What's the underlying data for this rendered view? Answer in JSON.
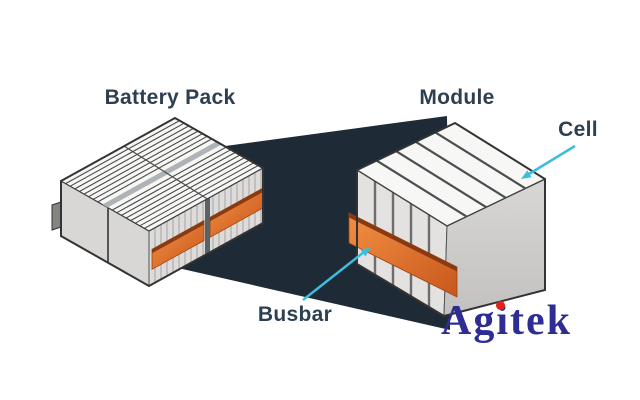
{
  "labels": {
    "battery_pack": "Battery Pack",
    "module": "Module",
    "cell": "Cell",
    "busbar": "Busbar"
  },
  "logo": {
    "full": "Agitek",
    "part1": "Ag",
    "part2": "i",
    "part3": "tek"
  },
  "diagram": {
    "description_items": [
      "battery-pack-3d",
      "zoom-beam",
      "module-3d",
      "orange-busbars",
      "cell-arrow",
      "busbar-arrow"
    ]
  },
  "colors": {
    "label_text": "#2e3f50",
    "arrow_cyan": "#3cbcdf",
    "busbar_orange": "#f28f43",
    "busbar_orange_dark": "#c8571c",
    "busbar_rim": "#8a3a10",
    "beam_navy": "#1e2a36",
    "cell_white": "#f7f7f5",
    "face_gray": "#d8d7d5",
    "face_gray_dark": "#c2c1bf",
    "outline": "#333333",
    "logo_indigo": "#2e2d94",
    "logo_dot_red": "#e02418",
    "background": "#ffffff"
  }
}
